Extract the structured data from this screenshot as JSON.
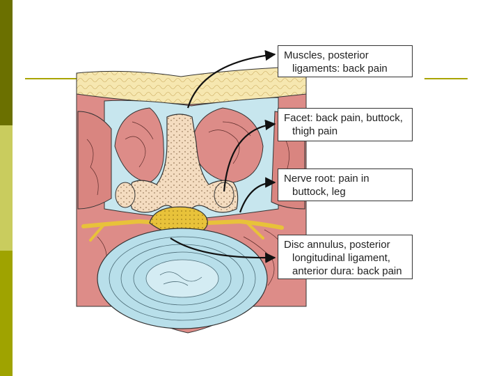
{
  "colors": {
    "sidebar_dark": "#6b7000",
    "sidebar_light": "#c9cc5e",
    "sidebar_mid": "#9fa300",
    "rule": "#a8a400",
    "fat": "#f6e7b0",
    "muscle": "#dd8c88",
    "csf": "#c7e6ee",
    "bone": "#f4dcc0",
    "nerve": "#e8c23a",
    "disc": "#b8dfea"
  },
  "labels": {
    "muscles": {
      "line1": "Muscles, posterior",
      "line2": "ligaments: back pain"
    },
    "facet": {
      "line1": "Facet: back pain, buttock,",
      "line2": "thigh pain"
    },
    "nerve_root": {
      "line1": "Nerve root: pain in",
      "line2": "buttock, leg"
    },
    "disc": {
      "line1": "Disc annulus, posterior",
      "line2": "longitudinal ligament,",
      "line3": "anterior dura: back pain"
    }
  }
}
